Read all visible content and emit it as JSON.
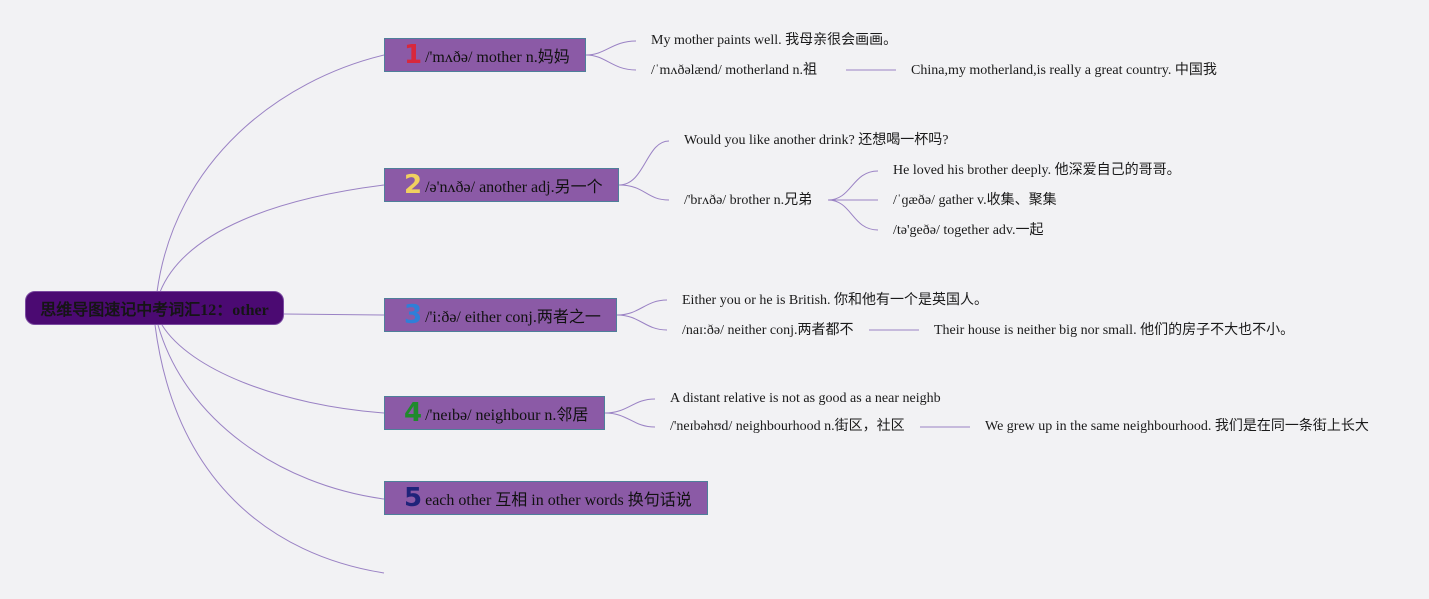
{
  "root": {
    "label": "思维导图速记中考词汇12：other"
  },
  "colors": {
    "root_fill": "#4b0a72",
    "branch_fill": "#8b5aa6",
    "line": "#9a82c4",
    "num1": "#d8283c",
    "num2": "#f0d060",
    "num3": "#2f7fd8",
    "num4": "#1f8a2c",
    "num5": "#1f237a"
  },
  "branches": [
    {
      "number": "1",
      "label": "/'mʌðə/ mother n.妈妈",
      "children": [
        {
          "text": "My mother paints well. 我母亲很会画画。"
        },
        {
          "text": "/ˈmʌðəlænd/ motherland n.祖",
          "children": [
            {
              "text": "China,my motherland,is really a great country. 中国我"
            }
          ]
        }
      ]
    },
    {
      "number": "2",
      "label": "/ə'nʌðə/ another adj.另一个",
      "children": [
        {
          "text": "Would you like another drink? 还想喝一杯吗?"
        },
        {
          "text": "/'brʌðə/ brother n.兄弟",
          "children": [
            {
              "text": "He loved his brother deeply. 他深爱自己的哥哥。"
            },
            {
              "text": "/ˈɡæðə/ gather v.收集、聚集"
            },
            {
              "text": "/tə'geðə/ together adv.一起"
            }
          ]
        }
      ]
    },
    {
      "number": "3",
      "label": "/'i:ðə/ either conj.两者之一",
      "children": [
        {
          "text": "Either you or he is British. 你和他有一个是英国人。"
        },
        {
          "text": "/naɪ:ðə/ neither conj.两者都不",
          "children": [
            {
              "text": "Their house is neither big nor small. 他们的房子不大也不小。"
            }
          ]
        }
      ]
    },
    {
      "number": "4",
      "label": "/'neɪbə/ neighbour n.邻居",
      "children": [
        {
          "text": "A distant relative is not as good as a near neighb"
        },
        {
          "text": "/'neɪbəhʊd/ neighbourhood n.街区，社区",
          "children": [
            {
              "text": "We grew up in the same neighbourhood. 我们是在同一条街上长大"
            }
          ]
        }
      ]
    },
    {
      "number": "5",
      "label": "each other 互相 in other words 换句话说",
      "children": []
    }
  ]
}
